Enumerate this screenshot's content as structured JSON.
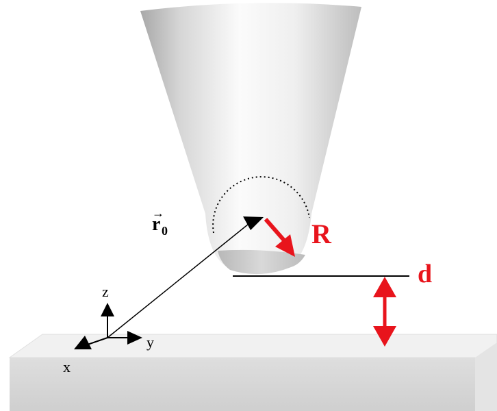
{
  "labels": {
    "r0_main": "r",
    "r0_sub": "0",
    "radius": "R",
    "distance": "d",
    "axis_x": "x",
    "axis_y": "y",
    "axis_z": "z"
  },
  "colors": {
    "accent": "#e8141c",
    "line": "#000000",
    "tip_light": "#f7f7f7",
    "tip_shade": "#c9c9c9",
    "surface_top": "#f0f0f0",
    "surface_front": "#d4d4d4",
    "surface_side": "#e2e2e2"
  },
  "icons": {
    "vector_arrow": "vector-arrow-icon",
    "double_arrow": "double-arrow-icon"
  }
}
